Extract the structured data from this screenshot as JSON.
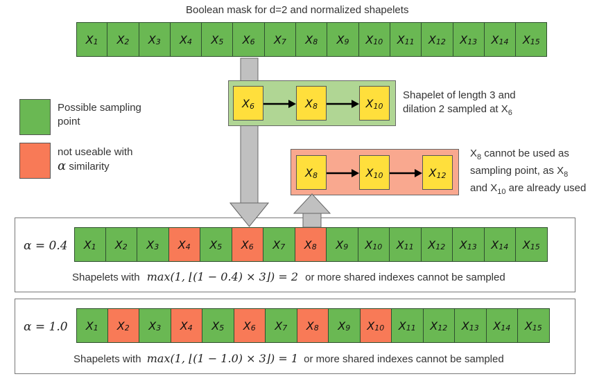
{
  "title": "Boolean mask for d=2 and normalized shapelets",
  "cell_letter": "X",
  "top_row": {
    "indices": [
      "1",
      "2",
      "3",
      "4",
      "5",
      "6",
      "7",
      "8",
      "9",
      "10",
      "11",
      "12",
      "13",
      "14",
      "15"
    ],
    "states": [
      "green",
      "green",
      "green",
      "green",
      "green",
      "green",
      "green",
      "green",
      "green",
      "green",
      "green",
      "green",
      "green",
      "green",
      "green"
    ]
  },
  "legend": {
    "possible_label": "Possible sampling point",
    "not_useable_label": "not useable with",
    "not_useable_label2": "similarity",
    "alpha_symbol": "α"
  },
  "shapelet_sampled": {
    "indices": [
      "6",
      "8",
      "10"
    ],
    "caption_line1": "Shapelet of length 3 and",
    "caption_line2_pre": "dilation 2 sampled at X",
    "caption_line2_sub": "6"
  },
  "shapelet_rejected": {
    "indices": [
      "8",
      "10",
      "12"
    ],
    "caption_line1_pre": "X",
    "caption_line1_sub": "8",
    "caption_line1_post": " cannot be used as",
    "caption_line2_pre": "sampling point, as X",
    "caption_line2_sub": "8",
    "caption_line3_pre": "and X",
    "caption_line3_sub": "10",
    "caption_line3_post": " are already used"
  },
  "panel_04": {
    "alpha_label": "α = 0.4",
    "indices": [
      "1",
      "2",
      "3",
      "4",
      "5",
      "6",
      "7",
      "8",
      "9",
      "10",
      "11",
      "12",
      "13",
      "14",
      "15"
    ],
    "states": [
      "green",
      "green",
      "green",
      "red",
      "green",
      "red",
      "green",
      "red",
      "green",
      "green",
      "green",
      "green",
      "green",
      "green",
      "green"
    ],
    "caption_pre": "Shapelets with",
    "formula": "max(1, ⌊(1 − 0.4) × 3⌋) = 2",
    "caption_post": "or more shared indexes cannot be sampled"
  },
  "panel_10": {
    "alpha_label": "α = 1.0",
    "indices": [
      "1",
      "2",
      "3",
      "4",
      "5",
      "6",
      "7",
      "8",
      "9",
      "10",
      "11",
      "12",
      "13",
      "14",
      "15"
    ],
    "states": [
      "green",
      "red",
      "green",
      "red",
      "green",
      "red",
      "green",
      "red",
      "green",
      "red",
      "green",
      "green",
      "green",
      "green",
      "green"
    ],
    "caption_pre": "Shapelets with",
    "formula": "max(1, ⌊(1 − 1.0) × 3⌋) = 1",
    "caption_post": "or more shared indexes cannot be sampled"
  },
  "colors": {
    "green": "#6ab853",
    "red": "#f87a57",
    "yellow": "#ffdf3c",
    "green_panel": "#b0d694",
    "red_panel": "#f9a88f",
    "arrow_gray": "#c0c0c0"
  }
}
